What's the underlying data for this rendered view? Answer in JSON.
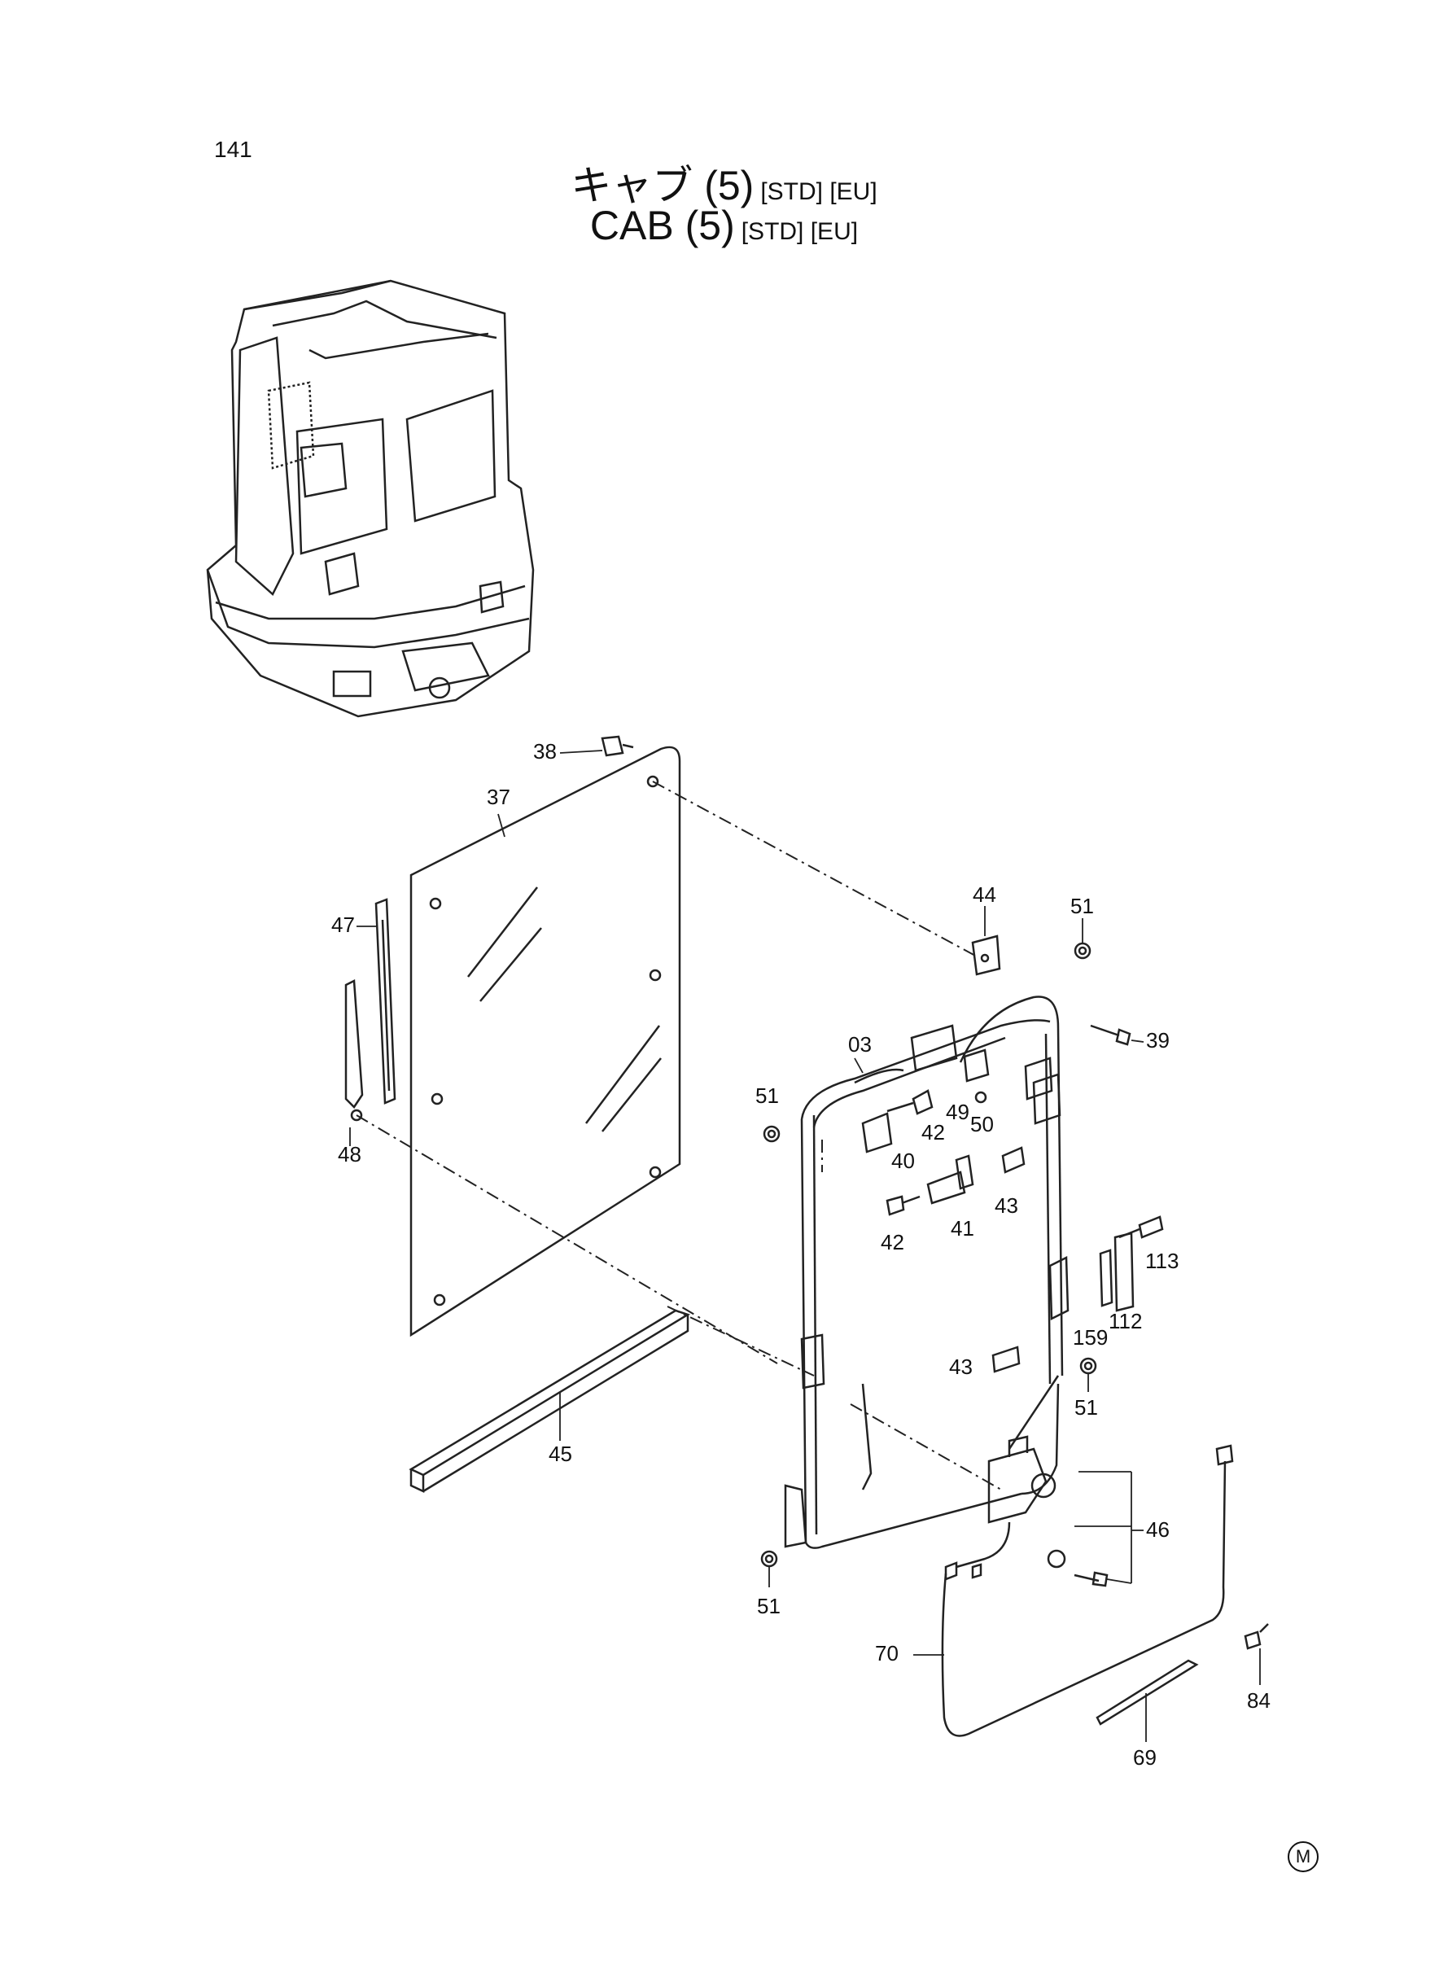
{
  "page": {
    "number": "141",
    "title_jp": "キャブ (5)",
    "title_en": "CAB (5)",
    "tags": "[STD] [EU]",
    "mark": "M"
  },
  "callouts": [
    "38",
    "37",
    "47",
    "48",
    "44",
    "51",
    "39",
    "03",
    "51",
    "42",
    "49",
    "50",
    "40",
    "41",
    "43",
    "42",
    "113",
    "112",
    "159",
    "43",
    "51",
    "45",
    "46",
    "51",
    "70",
    "84",
    "69"
  ]
}
